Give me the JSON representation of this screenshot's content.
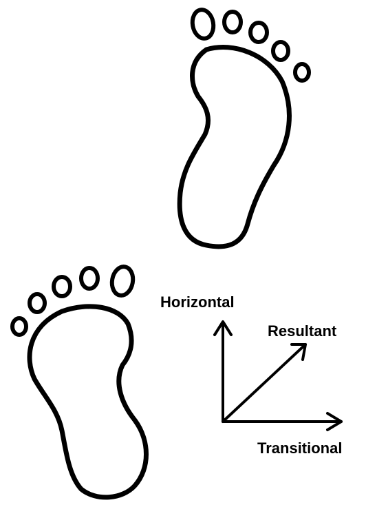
{
  "labels": {
    "horizontal": "Horizontal",
    "resultant": "Resultant",
    "transitional": "Transitional"
  }
}
